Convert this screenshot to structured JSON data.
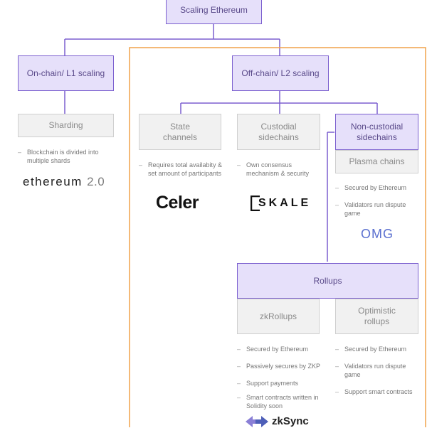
{
  "colors": {
    "purple_border": "#7b5fcf",
    "purple_fill": "#e6e0fa",
    "orange_frame": "#f0a24a",
    "gray_fill": "#f1f1f1"
  },
  "nodes": {
    "root": "Scaling Ethereum",
    "l1": "On-chain/ L1 scaling",
    "l2": "Off-chain/ L2 scaling",
    "sharding": "Sharding",
    "state_channels": "State\nchannels",
    "custodial": "Custodial\nsidechains",
    "non_custodial": "Non-custodial\nsidechains",
    "plasma": "Plasma chains",
    "rollups": "Rollups",
    "zk_rollups": "zkRollups",
    "optimistic": "Optimistic\nrollups"
  },
  "notes": {
    "sharding": [
      "Blockchain is divided into multiple shards"
    ],
    "state_channels": [
      "Requires total availabity & set amount of participants"
    ],
    "custodial": [
      "Own consensus mechanism & security"
    ],
    "plasma": [
      "Secured by Ethereum",
      "Validators run dispute game"
    ],
    "zk_rollups": [
      "Secured by Ethereum",
      "Passively secures by ZKP",
      "Support payments",
      "Smart contracts written in Solidity soon"
    ],
    "optimistic": [
      "Secured by Ethereum",
      "Validators run dispute game",
      "Support smart contracts"
    ]
  },
  "logos": {
    "ethereum": "ethereum",
    "ethereum_version": "2.0",
    "celer": "Celer",
    "skale": "SKALE",
    "omg": "OMG",
    "zksync": "zkSync"
  }
}
